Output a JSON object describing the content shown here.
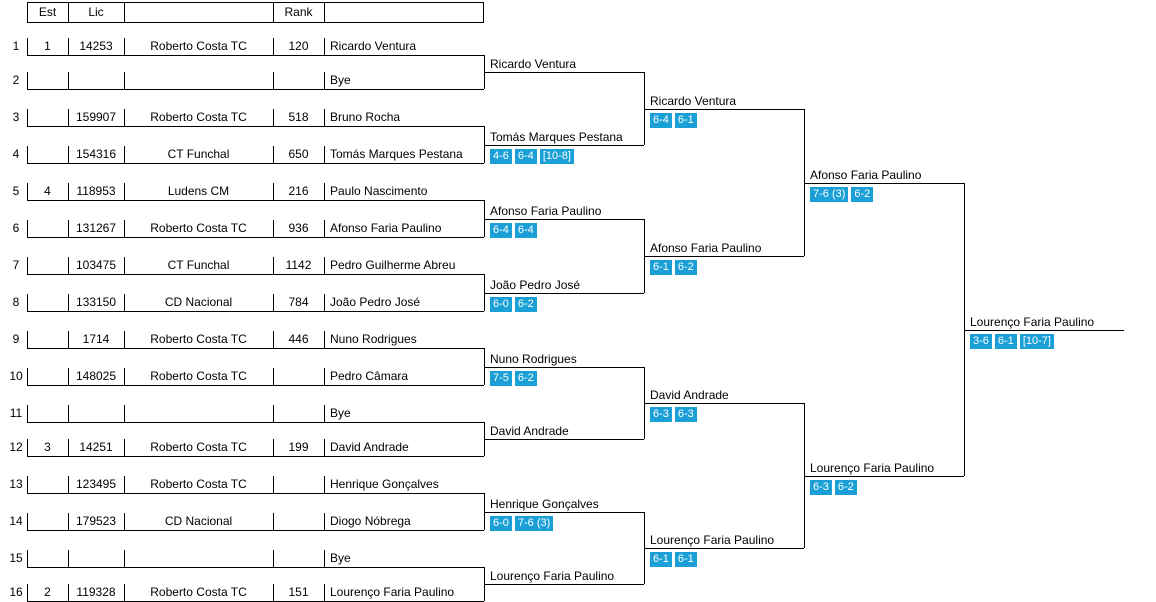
{
  "headers": {
    "est": "Est",
    "lic": "Lic",
    "club": "",
    "rank": "Rank",
    "player": ""
  },
  "entries": [
    {
      "no": "1",
      "est": "1",
      "lic": "14253",
      "club": "Roberto Costa TC",
      "rank": "120",
      "player": "Ricardo Ventura"
    },
    {
      "no": "2",
      "est": "",
      "lic": "",
      "club": "",
      "rank": "",
      "player": "Bye"
    },
    {
      "no": "3",
      "est": "",
      "lic": "159907",
      "club": "Roberto Costa TC",
      "rank": "518",
      "player": "Bruno Rocha"
    },
    {
      "no": "4",
      "est": "",
      "lic": "154316",
      "club": "CT Funchal",
      "rank": "650",
      "player": "Tomás Marques Pestana"
    },
    {
      "no": "5",
      "est": "4",
      "lic": "118953",
      "club": "Ludens CM",
      "rank": "216",
      "player": "Paulo Nascimento"
    },
    {
      "no": "6",
      "est": "",
      "lic": "131267",
      "club": "Roberto Costa TC",
      "rank": "936",
      "player": "Afonso Faria Paulino"
    },
    {
      "no": "7",
      "est": "",
      "lic": "103475",
      "club": "CT Funchal",
      "rank": "1142",
      "player": "Pedro Guilherme Abreu"
    },
    {
      "no": "8",
      "est": "",
      "lic": "133150",
      "club": "CD Nacional",
      "rank": "784",
      "player": "João Pedro José"
    },
    {
      "no": "9",
      "est": "",
      "lic": "1714",
      "club": "Roberto Costa TC",
      "rank": "446",
      "player": "Nuno Rodrigues"
    },
    {
      "no": "10",
      "est": "",
      "lic": "148025",
      "club": "Roberto Costa TC",
      "rank": "",
      "player": "Pedro Câmara"
    },
    {
      "no": "11",
      "est": "",
      "lic": "",
      "club": "",
      "rank": "",
      "player": "Bye"
    },
    {
      "no": "12",
      "est": "3",
      "lic": "14251",
      "club": "Roberto Costa TC",
      "rank": "199",
      "player": "David Andrade"
    },
    {
      "no": "13",
      "est": "",
      "lic": "123495",
      "club": "Roberto Costa TC",
      "rank": "",
      "player": "Henrique Gonçalves"
    },
    {
      "no": "14",
      "est": "",
      "lic": "179523",
      "club": "CD Nacional",
      "rank": "",
      "player": "Diogo Nóbrega"
    },
    {
      "no": "15",
      "est": "",
      "lic": "",
      "club": "",
      "rank": "",
      "player": "Bye"
    },
    {
      "no": "16",
      "est": "2",
      "lic": "119328",
      "club": "Roberto Costa TC",
      "rank": "151",
      "player": "Lourenço Faria Paulino"
    }
  ],
  "rounds": [
    [
      {
        "winner": "Ricardo Ventura",
        "scores": []
      },
      {
        "winner": "Tomás Marques Pestana",
        "scores": [
          "4-6",
          "6-4",
          "[10-8]"
        ]
      },
      {
        "winner": "Afonso Faria Paulino",
        "scores": [
          "6-4",
          "6-4"
        ]
      },
      {
        "winner": "João Pedro José",
        "scores": [
          "6-0",
          "6-2"
        ]
      },
      {
        "winner": "Nuno Rodrigues",
        "scores": [
          "7-5",
          "6-2"
        ]
      },
      {
        "winner": "David Andrade",
        "scores": []
      },
      {
        "winner": "Henrique Gonçalves",
        "scores": [
          "6-0",
          "7-6 (3)"
        ]
      },
      {
        "winner": "Lourenço Faria Paulino",
        "scores": []
      }
    ],
    [
      {
        "winner": "Ricardo Ventura",
        "scores": [
          "6-4",
          "6-1"
        ]
      },
      {
        "winner": "Afonso Faria Paulino",
        "scores": [
          "6-1",
          "6-2"
        ]
      },
      {
        "winner": "David Andrade",
        "scores": [
          "6-3",
          "6-3"
        ]
      },
      {
        "winner": "Lourenço Faria Paulino",
        "scores": [
          "6-1",
          "6-1"
        ]
      }
    ],
    [
      {
        "winner": "Afonso Faria Paulino",
        "scores": [
          "7-6 (3)",
          "6-2"
        ]
      },
      {
        "winner": "Lourenço Faria Paulino",
        "scores": [
          "6-3",
          "6-2"
        ]
      }
    ],
    [
      {
        "winner": "Lourenço Faria Paulino",
        "scores": [
          "3-6",
          "6-1",
          "[10-7]"
        ]
      }
    ]
  ],
  "colors": {
    "score_bg": "#1a9fd6",
    "score_text": "#ffffff",
    "lines": "#000000"
  }
}
